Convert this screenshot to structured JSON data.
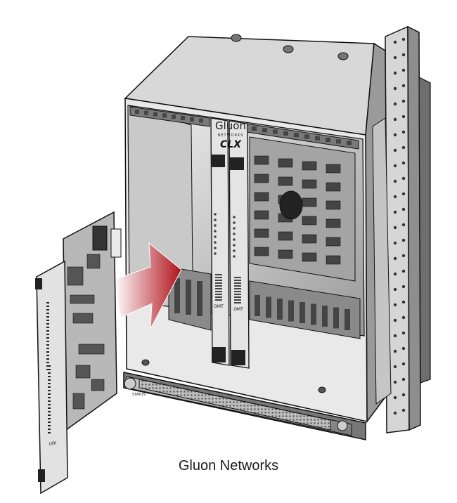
{
  "caption": "Gluon Networks",
  "brand": {
    "logo_name": "Gluon",
    "logo_sub": "NETWORKS",
    "model": "CLX"
  },
  "card_labels": {
    "oam_a": "OMT",
    "oam_b": "OMT",
    "board": "UDI",
    "status": "STATUS"
  },
  "colors": {
    "arrow_start": "#ffffff",
    "arrow_end": "#b0121b",
    "chassis_top": "#d8d8d8",
    "chassis_side": "#9a9a9a",
    "chassis_dark": "#5a5a5a",
    "board": "#b8b8b8"
  }
}
